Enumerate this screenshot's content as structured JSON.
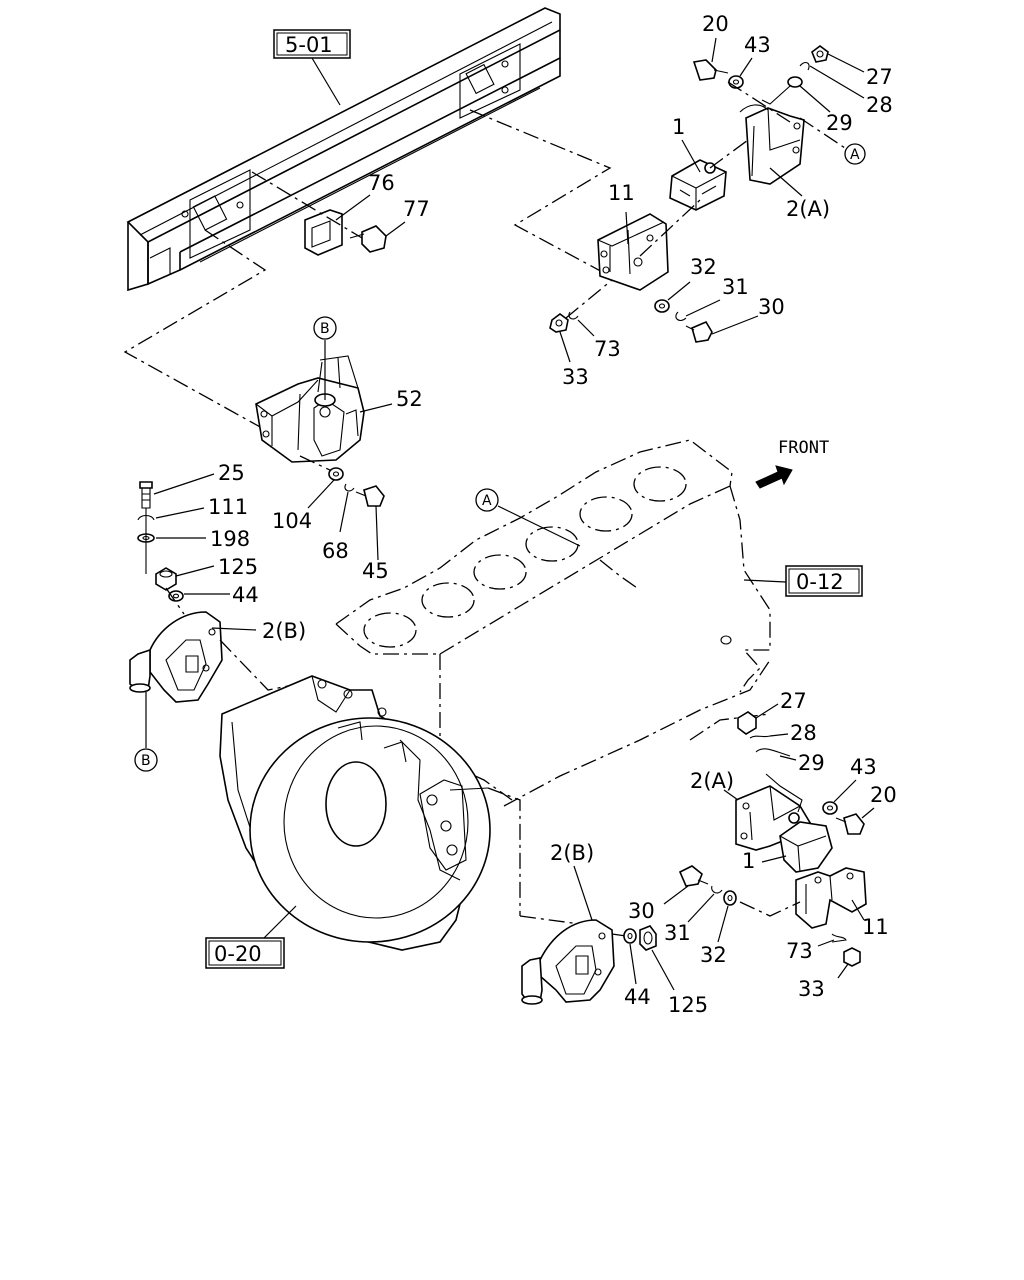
{
  "references": {
    "frame": "5-01",
    "engine": "0-12",
    "flywheel_housing": "0-20"
  },
  "direction_label": "FRONT",
  "circle_markers": {
    "a": "A",
    "b": "B"
  },
  "callouts": {
    "top_right": {
      "p20": "20",
      "p43": "43",
      "p27": "27",
      "p28": "28",
      "p29": "29",
      "p1": "1",
      "p2a": "2(A)",
      "p11": "11",
      "p32": "32",
      "p31": "31",
      "p30": "30",
      "p33": "33",
      "p73": "73"
    },
    "frame_bracket": {
      "p76": "76",
      "p77": "77"
    },
    "left_mount": {
      "p52": "52",
      "p104": "104",
      "p68": "68",
      "p45": "45",
      "p25": "25",
      "p111": "111",
      "p198": "198",
      "p125": "125",
      "p44": "44",
      "p2b": "2(B)"
    },
    "bottom_right": {
      "p27": "27",
      "p28": "28",
      "p29": "29",
      "p43": "43",
      "p20": "20",
      "p2a": "2(A)",
      "p1": "1",
      "p11": "11",
      "p73": "73",
      "p33": "33",
      "p30": "30",
      "p31": "31",
      "p32": "32"
    },
    "bottom_center": {
      "p2b": "2(B)",
      "p44": "44",
      "p125": "125"
    }
  }
}
